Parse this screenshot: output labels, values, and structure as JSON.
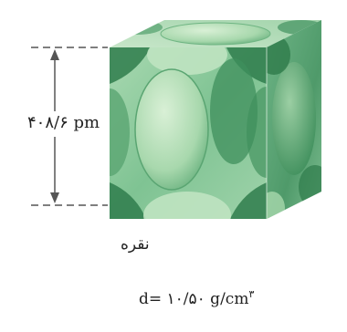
{
  "figure": {
    "edge_length": "۴۰۸/۶ pm",
    "element_name": "نقره",
    "density_prefix": "d= ۱۰/۵۰ g/cm",
    "density_exponent": "۳"
  },
  "colors": {
    "cube_front": "#8fcba0",
    "cube_side": "#5fa877",
    "cube_top": "#b4dcb9",
    "atom_light": "#c6e8c6",
    "atom_dark": "#3f8f5c",
    "dimension_line": "#555555"
  }
}
